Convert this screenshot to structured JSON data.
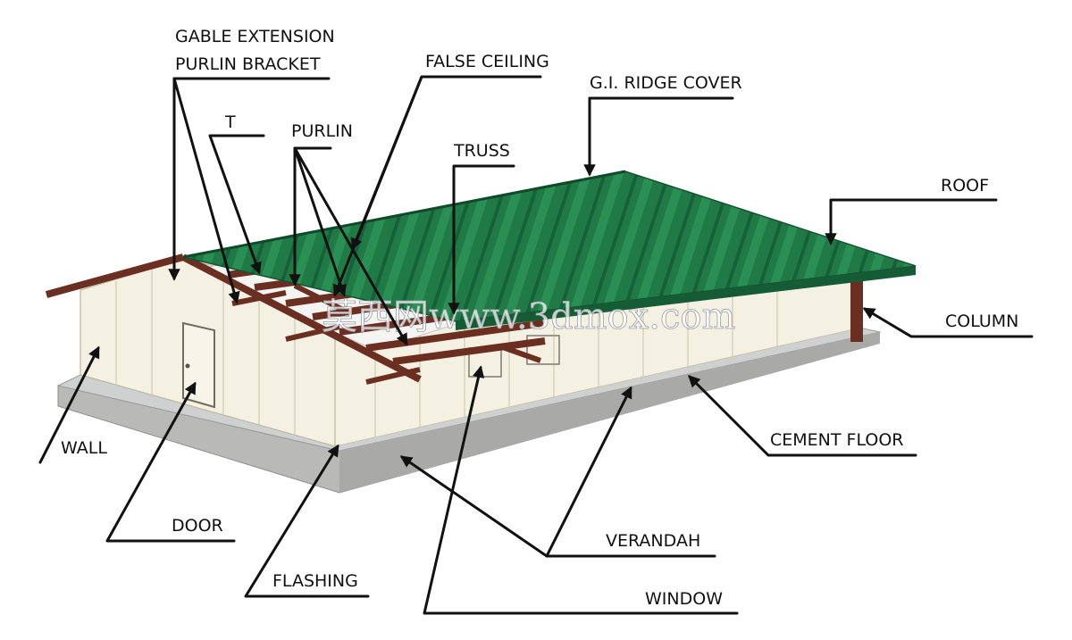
{
  "diagram": {
    "labels": {
      "gable_extension": "GABLE EXTENSION",
      "purlin_bracket": "PURLIN BRACKET",
      "false_ceiling": "FALSE CEILING",
      "gi_ridge_cover": "G.I. RIDGE COVER",
      "t": "T",
      "purlin": "PURLIN",
      "truss": "TRUSS",
      "roof": "ROOF",
      "column": "COLUMN",
      "wall": "WALL",
      "cement_floor": "CEMENT FLOOR",
      "door": "DOOR",
      "verandah": "VERANDAH",
      "flashing": "FLASHING",
      "window": "WINDOW"
    },
    "watermark": "莫西网www.3dmox.com"
  },
  "colors": {
    "roof_green": "#1f7a45",
    "frame_brown": "#6b2f22",
    "wall_cream": "#f4f1e2",
    "floor_grey": "#cfd0d0",
    "base_grey": "#b9bab8",
    "leader_black": "#111111"
  }
}
